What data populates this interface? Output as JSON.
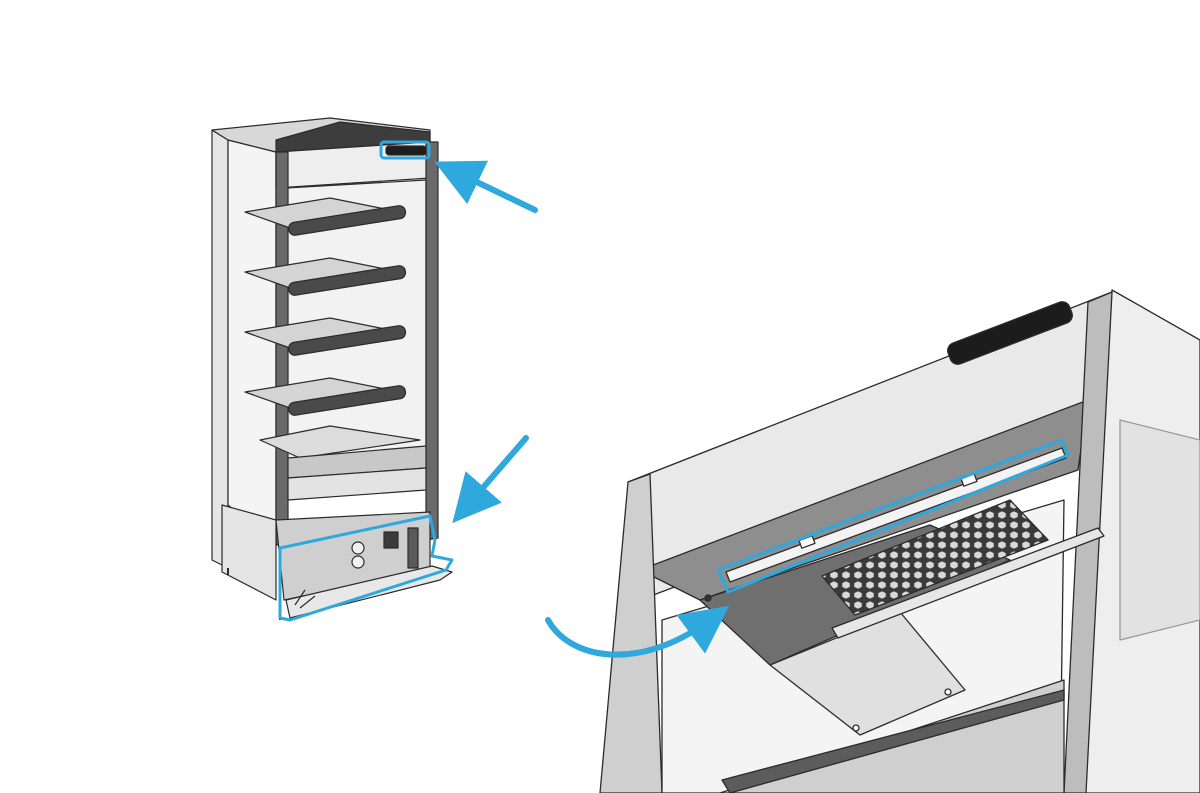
{
  "figure": {
    "title": "",
    "colors": {
      "highlight": "#2ea8dd",
      "outline": "#2b2b2b",
      "panel_light": "#e9e9e9",
      "panel_mid": "#cfcfcf",
      "panel_dark": "#8f8f8f",
      "shelf_dark": "#4a4a4a",
      "background": "#ffffff"
    },
    "parts": {
      "cabinet": "display-cabinet-overview",
      "detail": "top-canopy-detail-view",
      "top_highlight": "top-vent-slot-highlight",
      "bottom_highlight": "bottom-service-panel-highlight",
      "detail_highlight": "light-rail-highlight"
    },
    "shelf_count": 5,
    "arrows": [
      "arrow-to-top-vent",
      "arrow-to-bottom-panel",
      "curved-arrow-to-detail"
    ]
  }
}
